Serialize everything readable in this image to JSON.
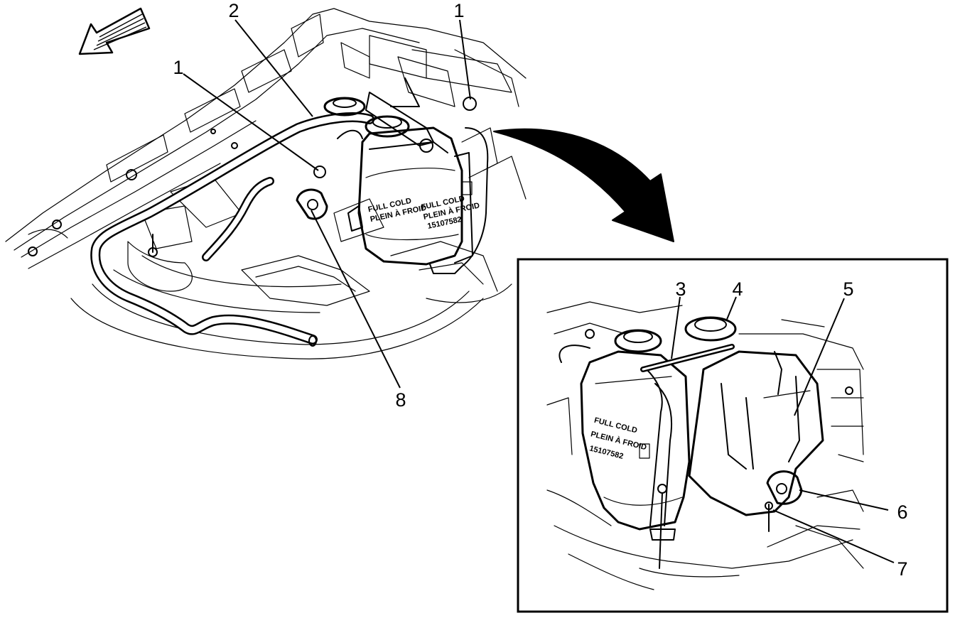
{
  "figure": {
    "callouts": {
      "c1a": "1",
      "c1b": "1",
      "c2": "2",
      "c3": "3",
      "c4": "4",
      "c5": "5",
      "c6": "6",
      "c7": "7",
      "c8": "8"
    },
    "decal_main": [
      "FULL COLD",
      "PLEIN À FROID",
      "15107582"
    ],
    "decal_detail": [
      "FULL COLD",
      "PLEIN À FROID",
      "15107582"
    ],
    "icons": [
      "direction-arrow-icon",
      "flow-arrow-icon"
    ]
  }
}
